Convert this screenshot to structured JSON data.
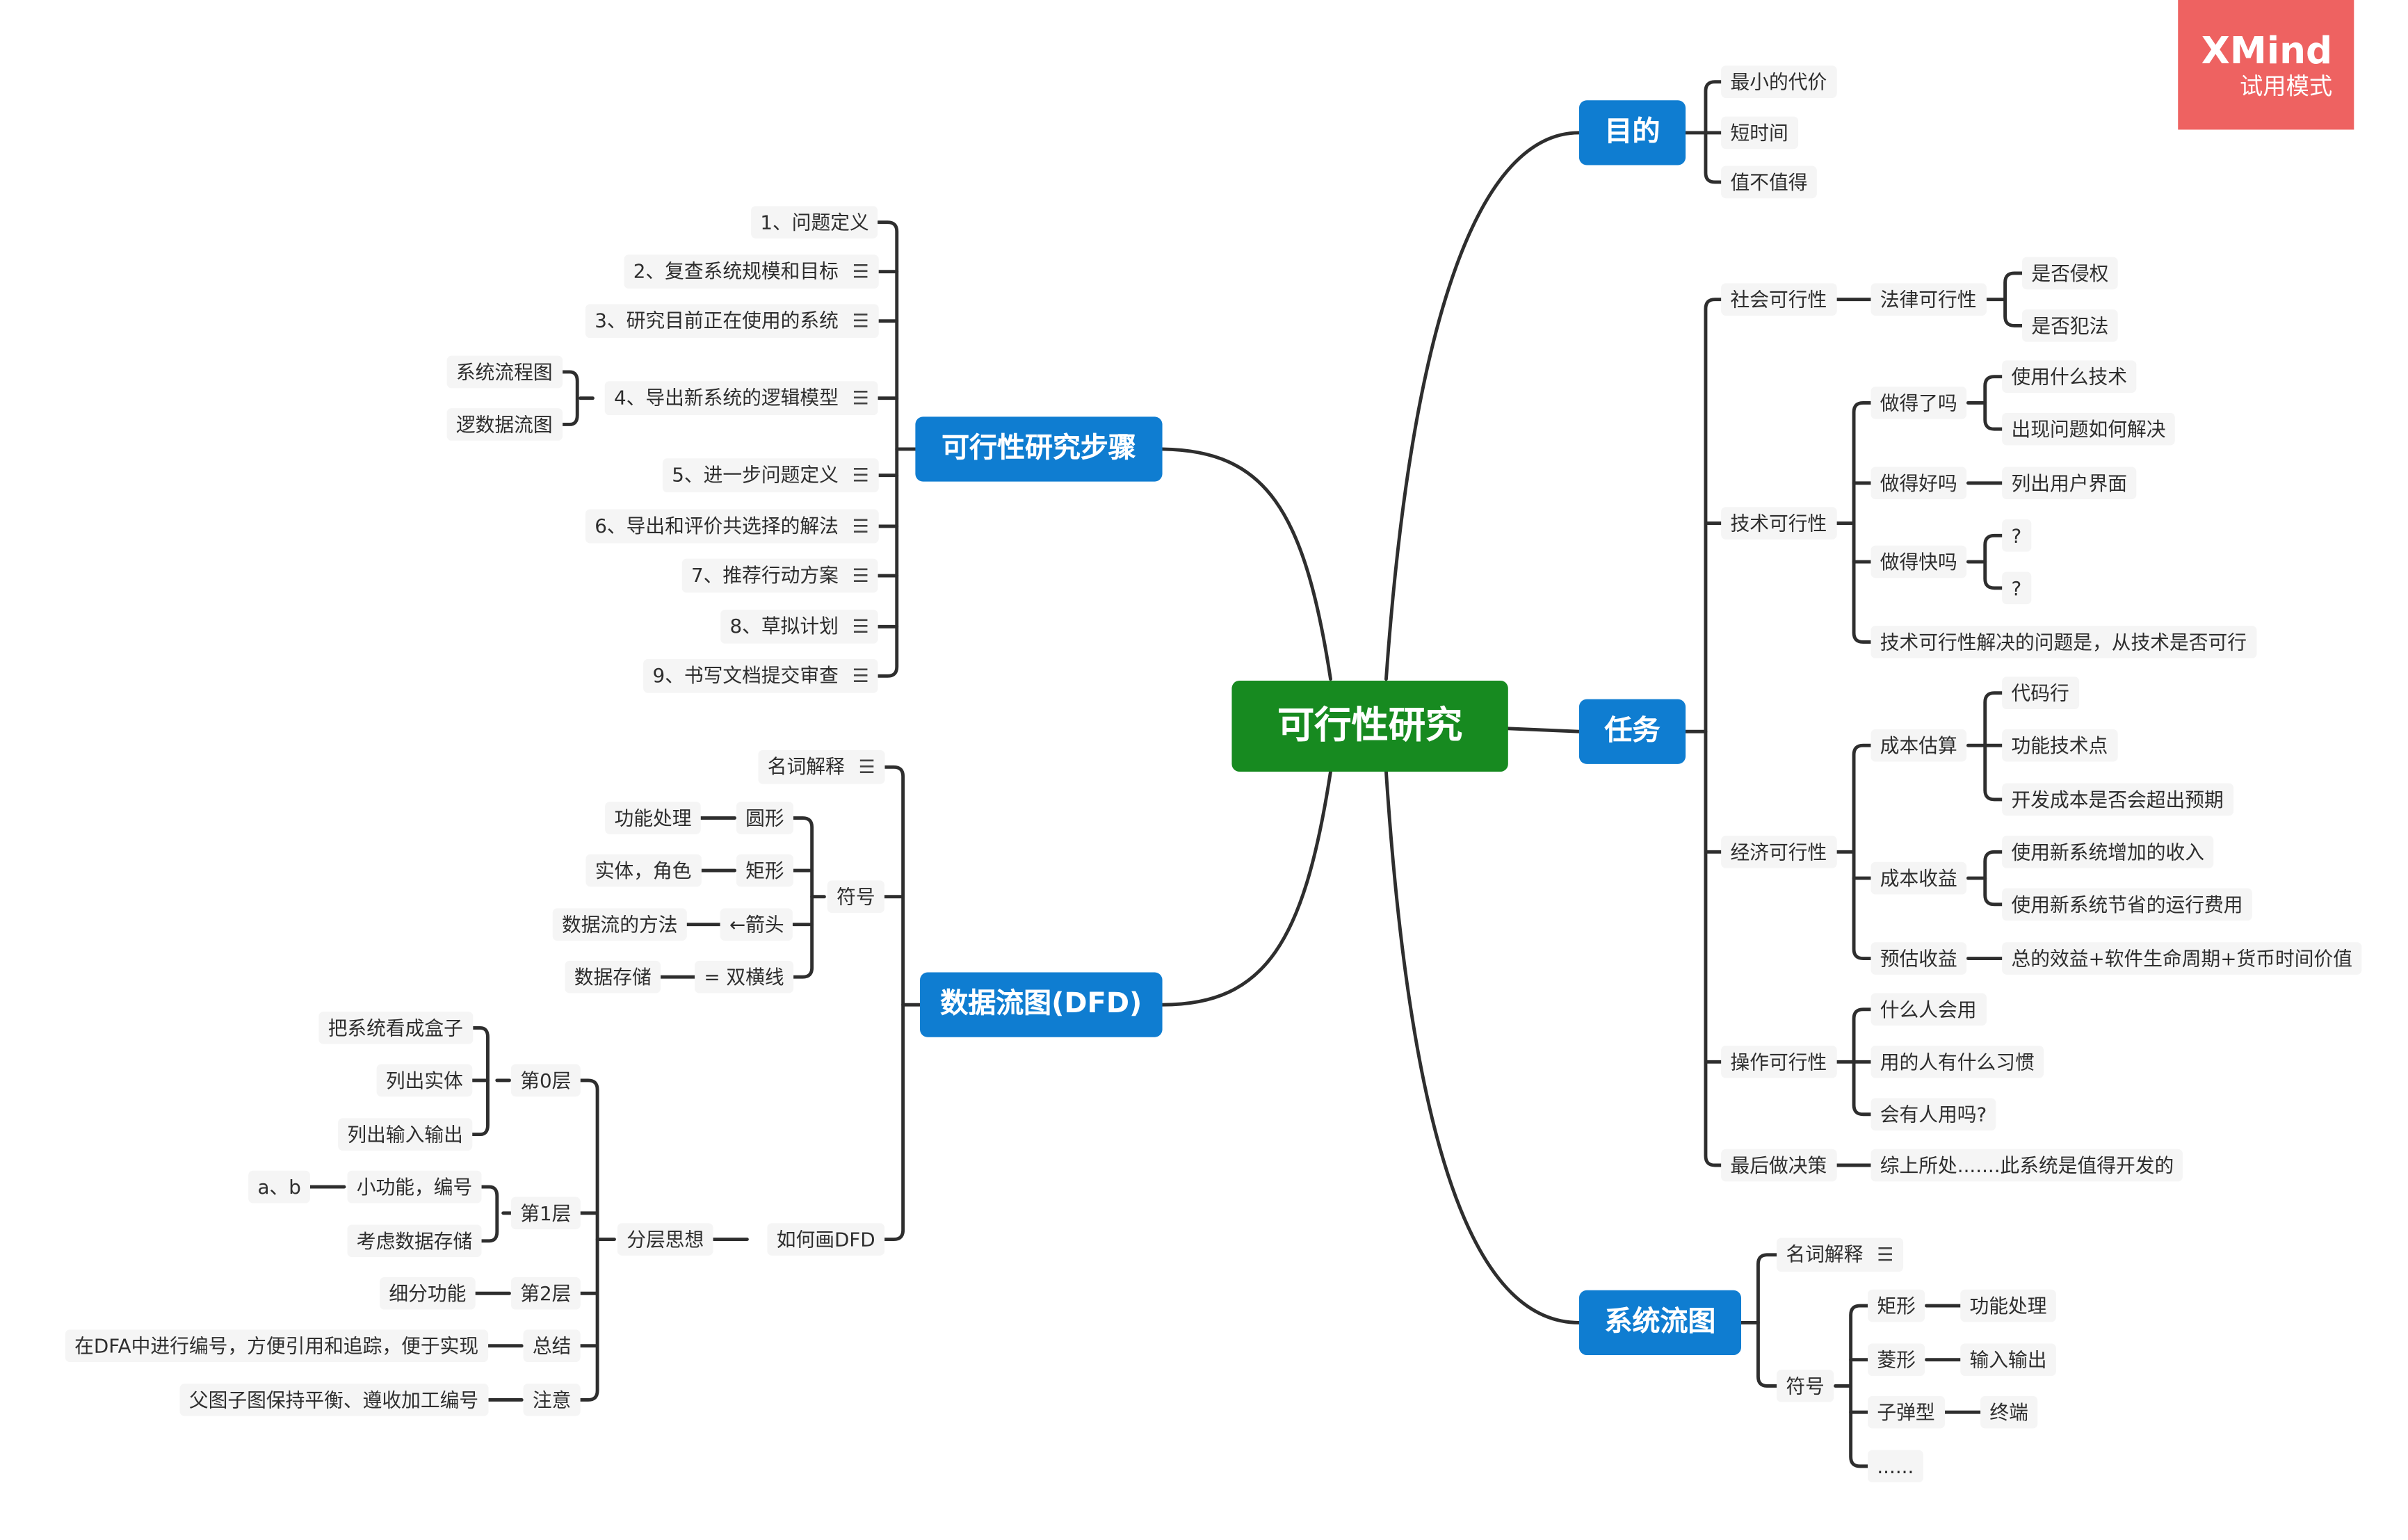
{
  "watermark": {
    "brand": "XMind",
    "mode": "试用模式"
  },
  "center": "可行性研究",
  "branches": {
    "steps": {
      "label": "可行性研究步骤",
      "items": [
        "1、问题定义",
        "2、复查系统规模和目标",
        "3、研究目前正在使用的系统",
        "4、导出新系统的逻辑模型",
        "5、进一步问题定义",
        "6、导出和评价共选择的解法",
        "7、推荐行动方案",
        "8、草拟计划",
        "9、书写文档提交审查"
      ],
      "sub4": [
        "系统流程图",
        "逻数据流图"
      ]
    },
    "dfd": {
      "label": "数据流图(DFD)",
      "glossary": "名词解释",
      "symbols": "符号",
      "symbol_items": [
        {
          "name": "圆形",
          "desc": "功能处理"
        },
        {
          "name": "矩形",
          "desc": "实体，角色"
        },
        {
          "name": "←箭头",
          "desc": "数据流的方法"
        },
        {
          "name": "= 双横线",
          "desc": "数据存储"
        }
      ],
      "howto": "如何画DFD",
      "layered": "分层思想",
      "layer0": "第0层",
      "layer0_items": [
        "把系统看成盒子",
        "列出实体",
        "列出输入输出"
      ],
      "layer1": "第1层",
      "layer1_items": [
        "小功能，编号",
        "考虑数据存储"
      ],
      "layer1_sub": "a、b",
      "layer2": "第2层",
      "layer2_item": "细分功能",
      "summary": "总结",
      "summary_item": "在DFA中进行编号，方便引用和追踪，便于实现",
      "attention": "注意",
      "attention_item": "父图子图保持平衡、遵收加工编号"
    },
    "goal": {
      "label": "目的",
      "items": [
        "最小的代价",
        "短时间",
        "值不值得"
      ]
    },
    "task": {
      "label": "任务",
      "social": "社会可行性",
      "legal": "法律可行性",
      "legal_items": [
        "是否侵权",
        "是否犯法"
      ],
      "tech": "技术可行性",
      "can": "做得了吗",
      "can_items": [
        "使用什么技术",
        "出现问题如何解决"
      ],
      "good": "做得好吗",
      "good_item": "列出用户界面",
      "fast": "做得快吗",
      "fast_items": [
        "?",
        "?"
      ],
      "tech_note": "技术可行性解决的问题是，从技术是否可行",
      "econ": "经济可行性",
      "cost": "成本估算",
      "cost_items": [
        "代码行",
        "功能技术点",
        "开发成本是否会超出预期"
      ],
      "benefit": "成本收益",
      "benefit_items": [
        "使用新系统增加的收入",
        "使用新系统节省的运行费用"
      ],
      "est": "预估收益",
      "est_item": "总的效益+软件生命周期+货币时间价值",
      "op": "操作可行性",
      "op_items": [
        "什么人会用",
        "用的人有什么习惯",
        "会有人用吗?"
      ],
      "final": "最后做决策",
      "final_item": "综上所处.......此系统是值得开发的"
    },
    "flow": {
      "label": "系统流图",
      "glossary": "名词解释",
      "symbols": "符号",
      "symbol_items": [
        {
          "name": "矩形",
          "desc": "功能处理"
        },
        {
          "name": "菱形",
          "desc": "输入输出"
        },
        {
          "name": "子弹型",
          "desc": "终端"
        }
      ],
      "more": "......"
    }
  },
  "note_icon": "note-icon"
}
